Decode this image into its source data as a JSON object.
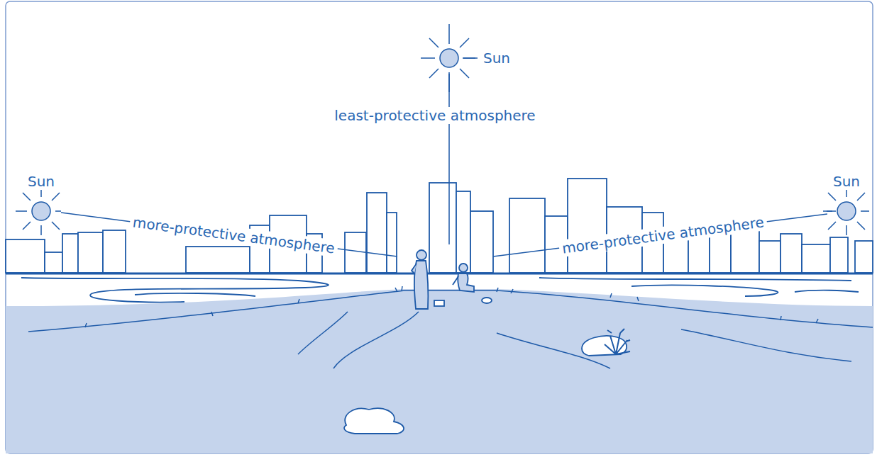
{
  "diagram": {
    "labels": [
      "Sun",
      "least-protective atmosphere",
      "Sun",
      "Sun",
      "more-protective atmosphere",
      "more-protective atmosphere"
    ]
  }
}
